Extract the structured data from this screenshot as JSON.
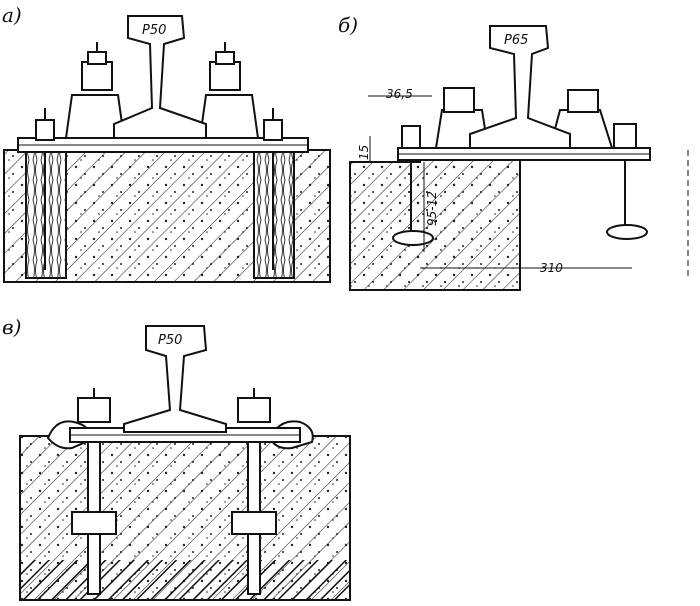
{
  "figure": {
    "panels": [
      {
        "key": "a",
        "label": "а)",
        "rail_type": "P50"
      },
      {
        "key": "b",
        "label": "б)",
        "rail_type": "P65"
      },
      {
        "key": "v",
        "label": "в)",
        "rail_type": "P50"
      }
    ],
    "dimensions_b": {
      "width_36_5": "36,5",
      "height_15": "15",
      "depth_95_12": "95-12",
      "span_310": "310"
    },
    "colors": {
      "ink": "#111111",
      "paper": "#ffffff"
    }
  }
}
